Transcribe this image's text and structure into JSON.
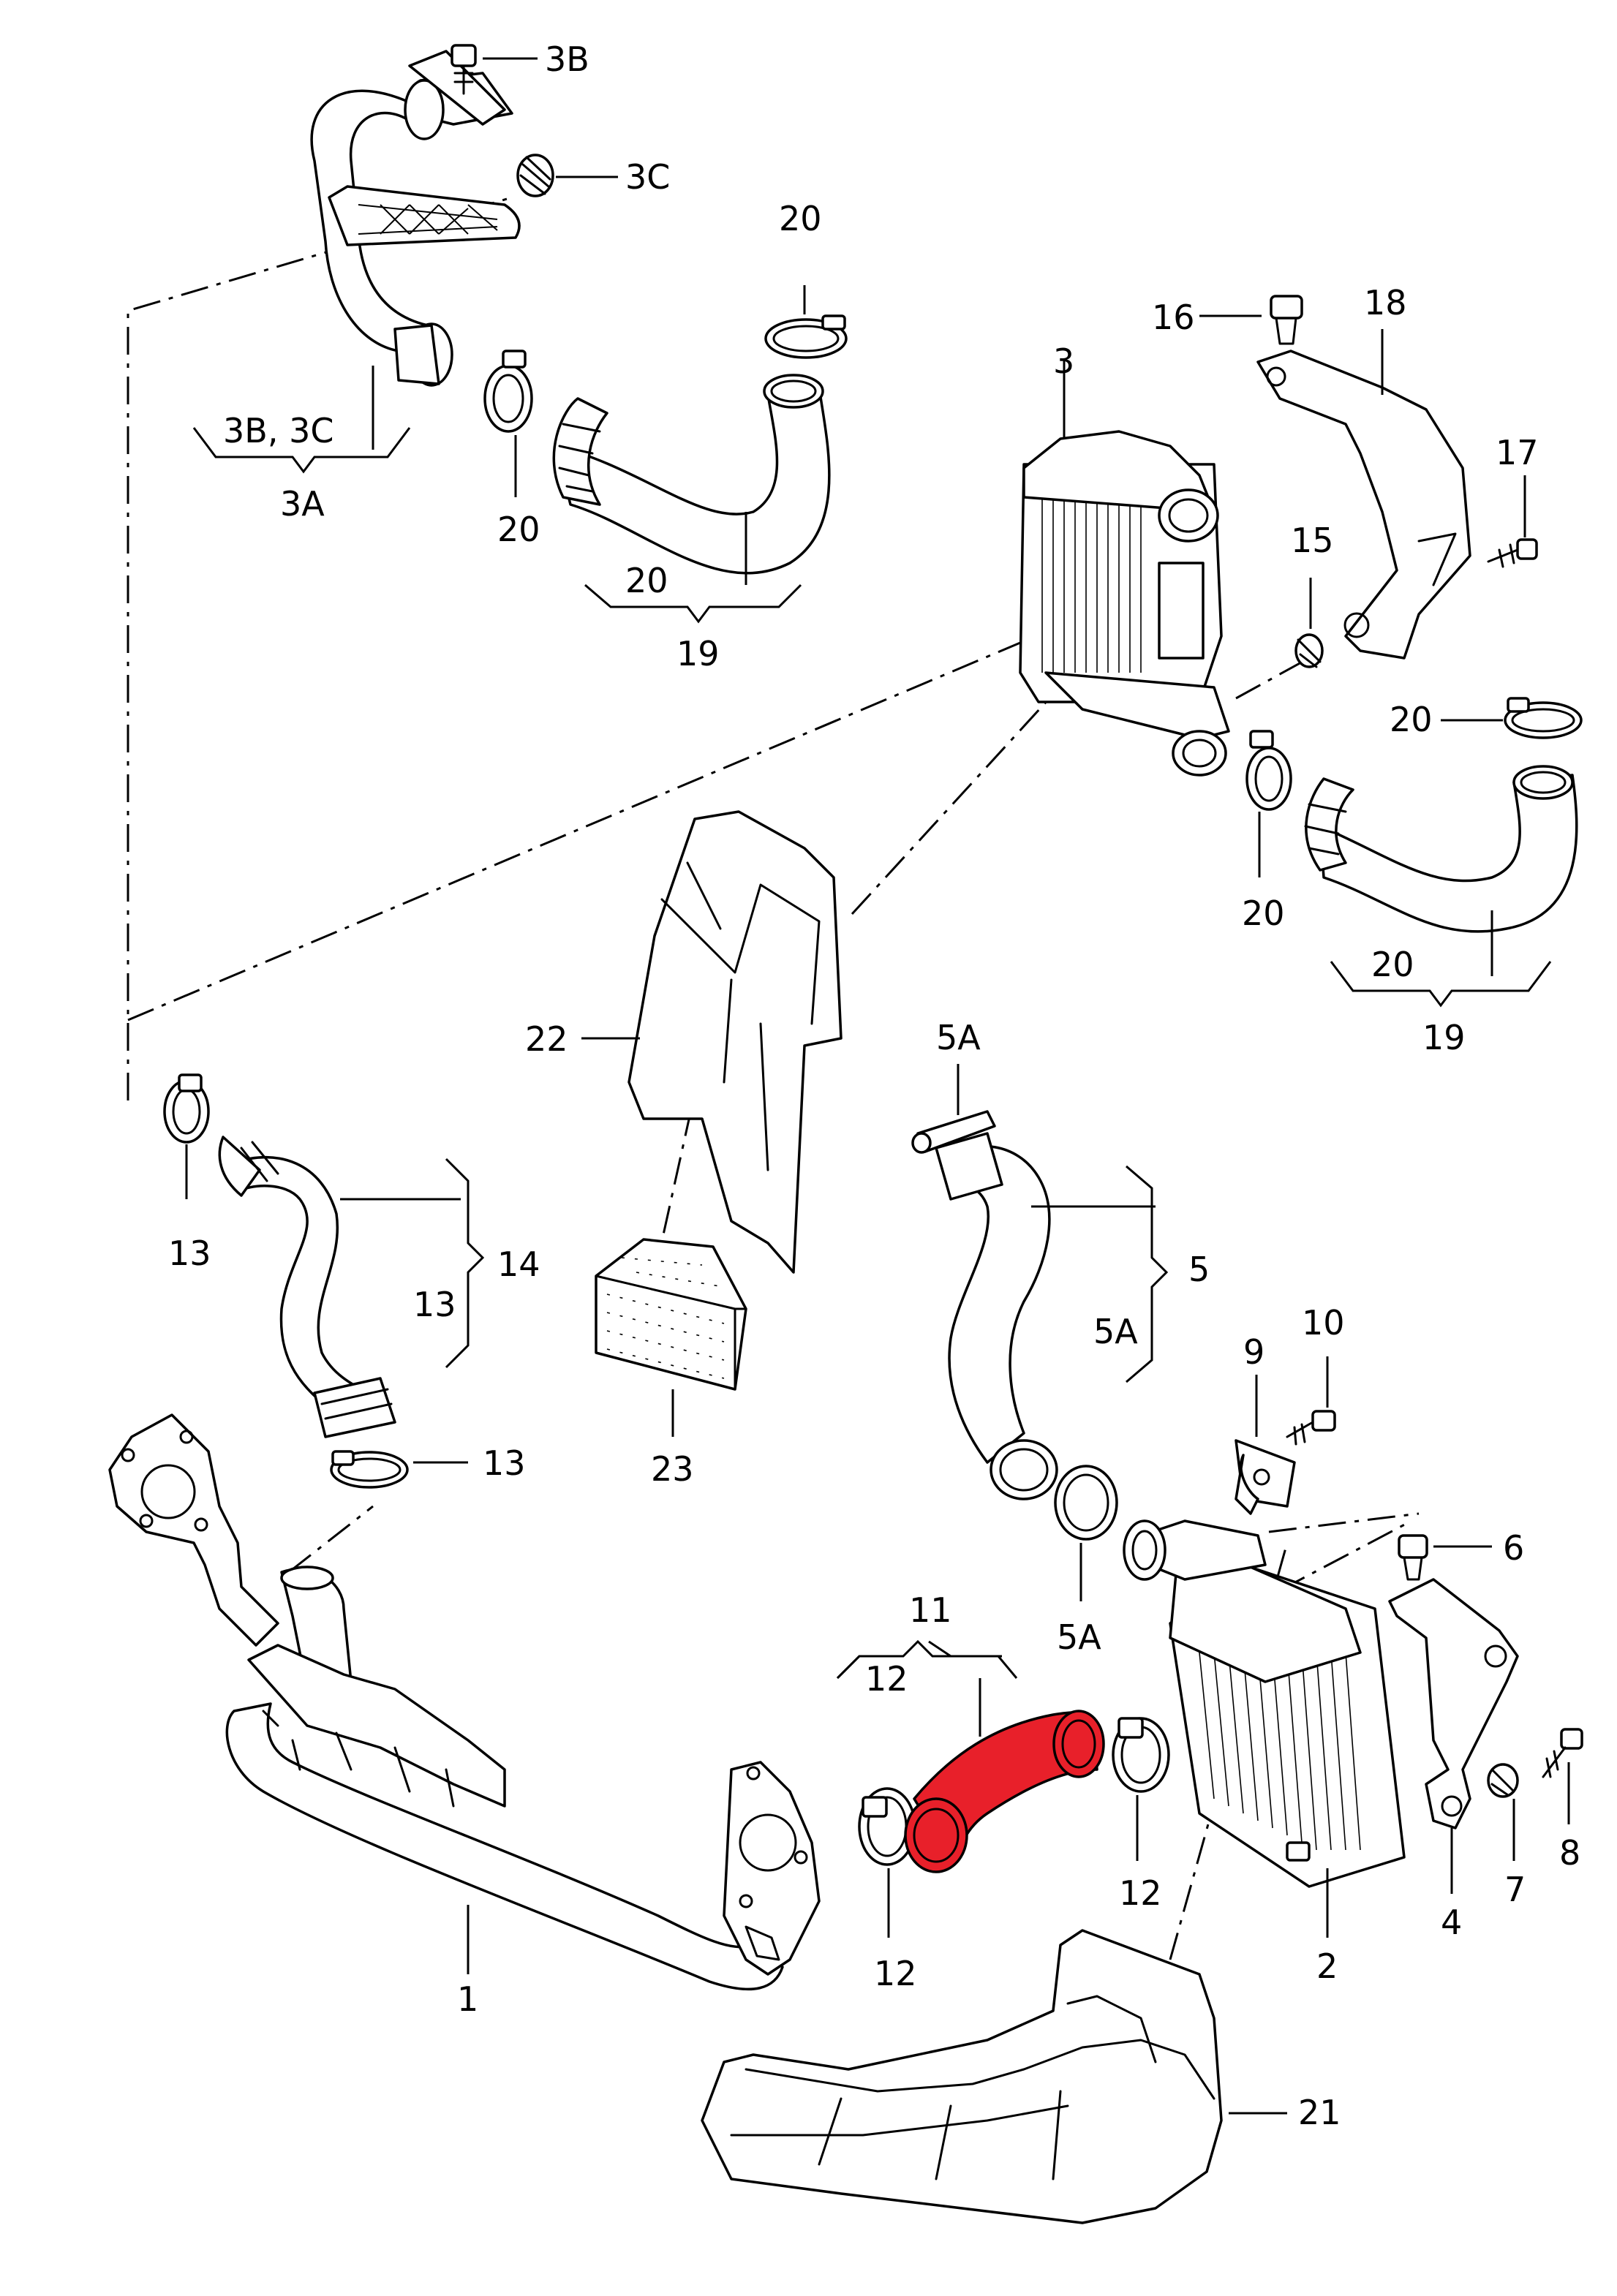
{
  "diagram": {
    "highlight_color": "#e8202a",
    "highlighted_part": "11",
    "labels": {
      "l1": "1",
      "l2": "2",
      "l3": "3",
      "l3a": "3A",
      "l3b": "3B",
      "l3c": "3C",
      "l3b3c": "3B, 3C",
      "l4": "4",
      "l5": "5",
      "l5a_top": "5A",
      "l5a_brace": "5A",
      "l5a_bottom": "5A",
      "l6": "6",
      "l7": "7",
      "l8": "8",
      "l9": "9",
      "l10": "10",
      "l11": "11",
      "l12_brace": "12",
      "l12_left": "12",
      "l12_right": "12",
      "l13_clamp_top": "13",
      "l13_brace": "13",
      "l13_clamp_bottom": "13",
      "l14": "14",
      "l15": "15",
      "l16": "16",
      "l17": "17",
      "l18": "18",
      "l19_top": "19",
      "l19_right": "19",
      "l20_top_clamp": "20",
      "l20_top_clamp2": "20",
      "l20_top_brace": "20",
      "l20_right_clamp": "20",
      "l20_right_clamp2": "20",
      "l20_right_brace": "20",
      "l21": "21",
      "l22": "22",
      "l23": "23"
    }
  }
}
